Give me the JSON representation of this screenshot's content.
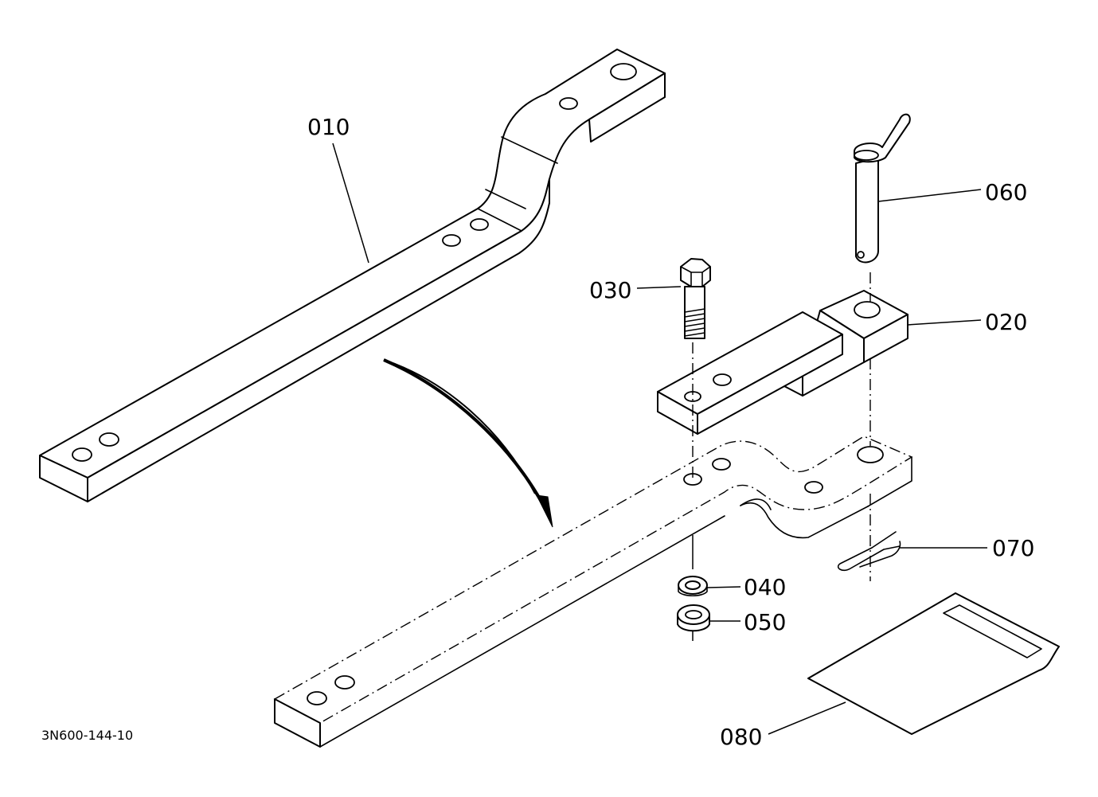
{
  "callouts": {
    "drawbar_010": "010",
    "bracket_020": "020",
    "bolt_030": "030",
    "lock_washer_040": "040",
    "nut_050": "050",
    "pin_060": "060",
    "clip_070": "070",
    "label_080": "080"
  },
  "drawing_code": "3N600-144-10"
}
